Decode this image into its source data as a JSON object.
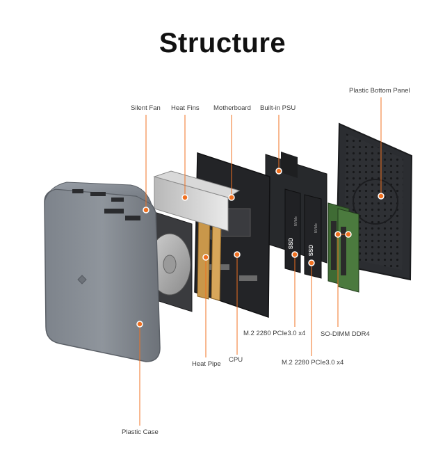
{
  "title": "Structure",
  "accent_color": "#f07020",
  "labels": {
    "silent_fan": "Silent Fan",
    "heat_fins": "Heat Fins",
    "motherboard": "Motherboard",
    "built_in_psu": "Built-in PSU",
    "plastic_bottom_panel": "Plastic Bottom Panel",
    "m2_ssd_1": "M.2 2280 PCIe3.0 x4",
    "m2_ssd_2": "M.2 2280 PCIe3.0 x4",
    "so_dimm": "SO-DIMM DDR4",
    "cpu": "CPU",
    "heat_pipe": "Heat Pipe",
    "plastic_case": "Plastic Case"
  },
  "ssd_text": "SSD",
  "ssd_brand": "NVMe"
}
